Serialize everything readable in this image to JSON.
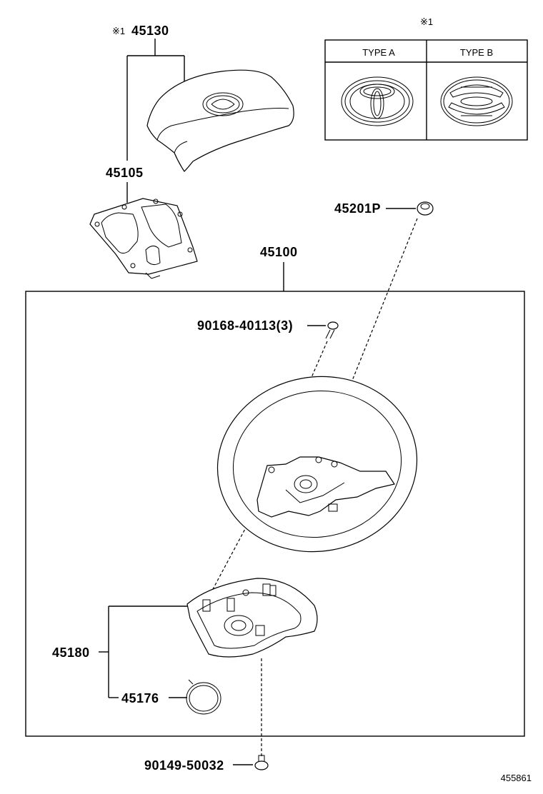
{
  "labels": {
    "p45130_prefix": "※1",
    "p45130": "45130",
    "p45105": "45105",
    "p45201P": "45201P",
    "p45100": "45100",
    "p90168": "90168-40113(3)",
    "p45180": "45180",
    "p45176": "45176",
    "p90149": "90149-50032"
  },
  "inset": {
    "note": "※1",
    "col_a": "TYPE A",
    "col_b": "TYPE B"
  },
  "figure_ref": "455861"
}
